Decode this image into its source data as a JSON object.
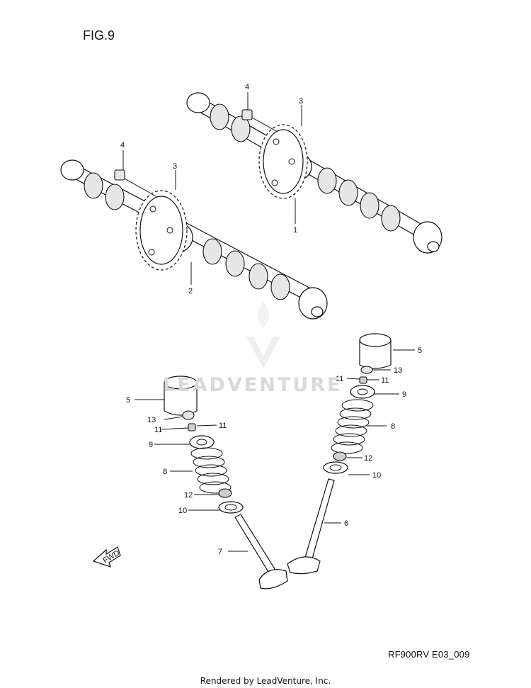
{
  "figure": {
    "title": "FIG.9",
    "code": "RF900RV E03_009"
  },
  "footer": {
    "rendered_by": "Rendered by LeadVenture, Inc."
  },
  "watermark": {
    "text": "LEADVENTURE"
  },
  "callouts": {
    "c1": "1",
    "c2": "2",
    "c3a": "3",
    "c3b": "3",
    "c4a": "4",
    "c4b": "4",
    "c5a": "5",
    "c5b": "5",
    "c6": "6",
    "c7": "7",
    "c8a": "8",
    "c8b": "8",
    "c9a": "9",
    "c9b": "9",
    "c10a": "10",
    "c10b": "10",
    "c11a": "11",
    "c11b": "11",
    "c11c": "11",
    "c11d": "11",
    "c12a": "12",
    "c12b": "12",
    "c13a": "13",
    "c13b": "13"
  },
  "fwd_arrow": {
    "label": "FWD"
  }
}
